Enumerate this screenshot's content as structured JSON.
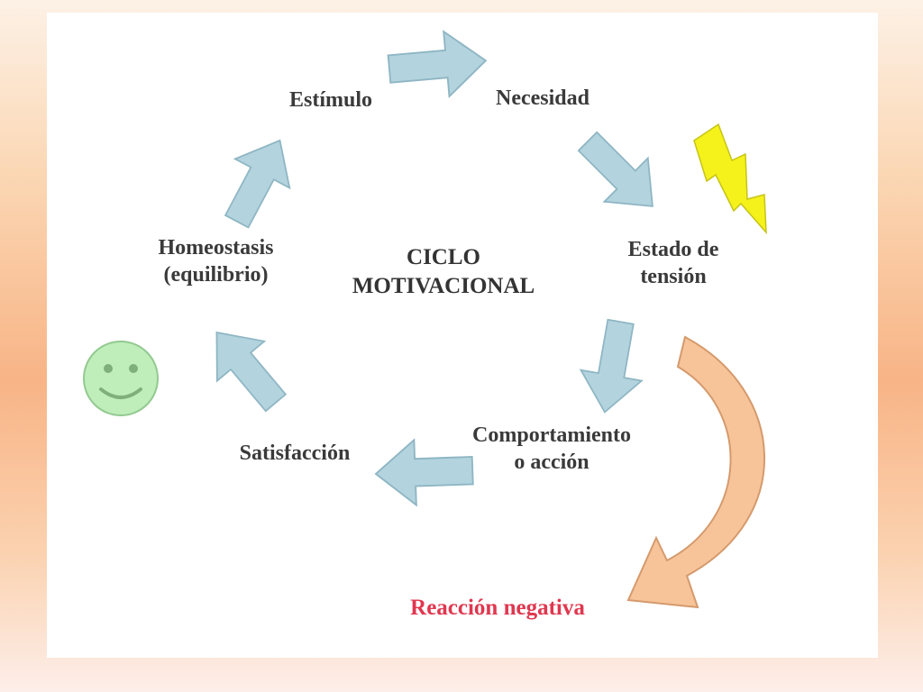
{
  "diagram": {
    "title_line1": "CICLO",
    "title_line2": "MOTIVACIONAL",
    "nodes": {
      "estimulo": "Estímulo",
      "necesidad": "Necesidad",
      "estado_line1": "Estado de",
      "estado_line2": "tensión",
      "comportamiento_line1": "Comportamiento",
      "comportamiento_line2": "o acción",
      "satisfaccion": "Satisfacción",
      "homeostasis_line1": "Homeostasis",
      "homeostasis_line2": "(equilibrio)"
    },
    "negative": "Reacción negativa",
    "colors": {
      "cycle_arrow": "#b3d4de",
      "cycle_stroke": "#8fb6c4",
      "negative_arrow": "#f7c49a",
      "negative_stroke": "#d59a6c",
      "bolt": "#f4f21a",
      "smiley": "#bfeebb",
      "negative_text": "#e0374f"
    },
    "icons": [
      "lightning-bolt-icon",
      "smiley-face-icon"
    ]
  }
}
